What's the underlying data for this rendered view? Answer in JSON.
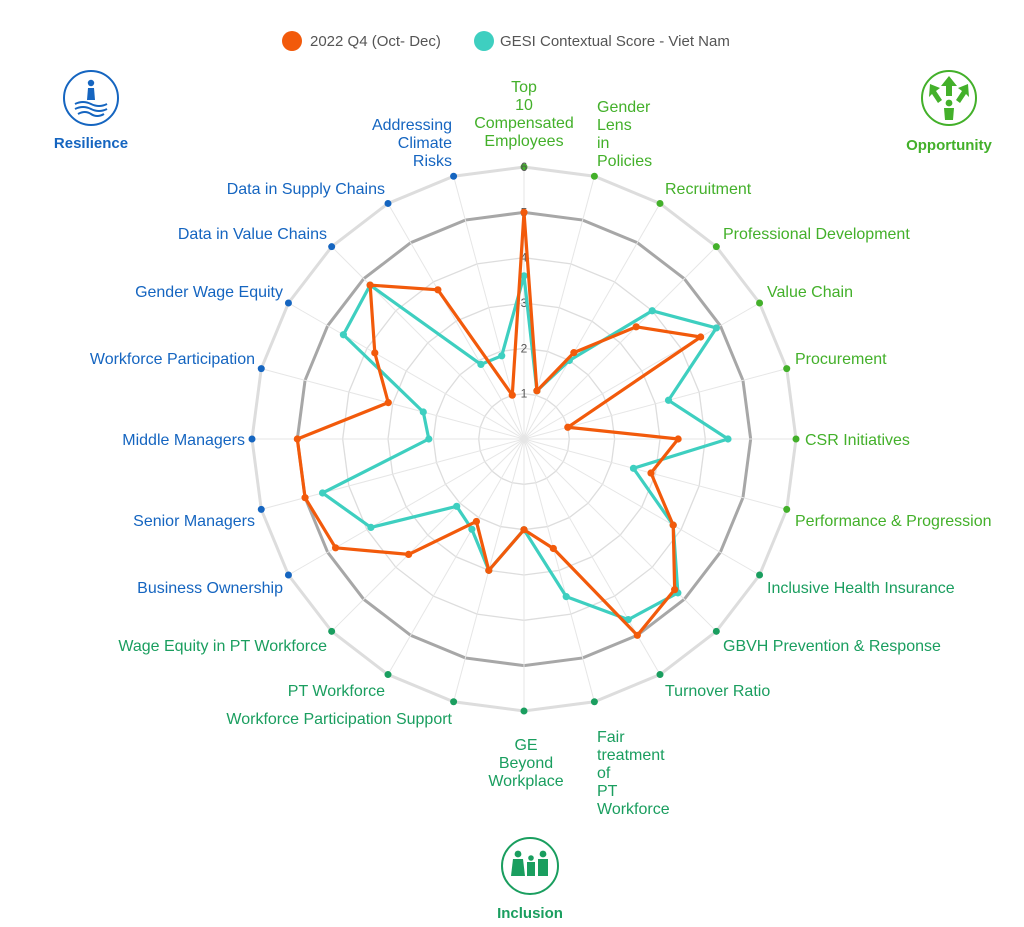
{
  "colors": {
    "resilience": "#1565c0",
    "opportunity": "#43b02a",
    "inclusion": "#1a9e5f",
    "series_primary": "#f25a0b",
    "series_secondary": "#3ecfc0",
    "grid_light": "#dddddd",
    "grid_bold": "#a7a7a7"
  },
  "legend": {
    "items": [
      {
        "label": "2022 Q4 (Oct- Dec)",
        "color": "#f25a0b"
      },
      {
        "label": "GESI Contextual Score - Viet Nam",
        "color": "#3ecfc0"
      }
    ]
  },
  "pillars": [
    {
      "label": "Resilience",
      "icon": "person-water-icon",
      "color": "#1565c0"
    },
    {
      "label": "Opportunity",
      "icon": "arrows-up-person-icon",
      "color": "#43b02a"
    },
    {
      "label": "Inclusion",
      "icon": "group-people-icon",
      "color": "#1a9e5f"
    }
  ],
  "chart_data": {
    "type": "radar",
    "title": "",
    "rlim": [
      0,
      6
    ],
    "ticks": [
      1,
      2,
      3,
      4,
      5,
      6
    ],
    "grid": true,
    "legend_position": "top",
    "axes": [
      {
        "label": "Top 10 Compensated Employees",
        "pillar": "opportunity"
      },
      {
        "label": "Gender Lens in Policies",
        "pillar": "opportunity"
      },
      {
        "label": "Recruitment",
        "pillar": "opportunity"
      },
      {
        "label": "Professional Development",
        "pillar": "opportunity"
      },
      {
        "label": "Value Chain",
        "pillar": "opportunity"
      },
      {
        "label": "Procurement",
        "pillar": "opportunity"
      },
      {
        "label": "CSR Initiatives",
        "pillar": "opportunity"
      },
      {
        "label": "Performance & Progression",
        "pillar": "opportunity"
      },
      {
        "label": "Inclusive Health Insurance",
        "pillar": "inclusion"
      },
      {
        "label": "GBVH Prevention & Response",
        "pillar": "inclusion"
      },
      {
        "label": "Turnover Ratio",
        "pillar": "inclusion"
      },
      {
        "label": "Fair treatment of PT Workforce",
        "pillar": "inclusion"
      },
      {
        "label": "GE Beyond Workplace",
        "pillar": "inclusion"
      },
      {
        "label": "Workforce Participation Support",
        "pillar": "inclusion"
      },
      {
        "label": "PT Workforce",
        "pillar": "inclusion"
      },
      {
        "label": "Wage Equity in PT Workforce",
        "pillar": "inclusion"
      },
      {
        "label": "Business Ownership",
        "pillar": "resilience"
      },
      {
        "label": "Senior Managers",
        "pillar": "resilience"
      },
      {
        "label": "Middle Managers",
        "pillar": "resilience"
      },
      {
        "label": "Workforce Participation",
        "pillar": "resilience"
      },
      {
        "label": "Gender Wage Equity",
        "pillar": "resilience"
      },
      {
        "label": "Data in Value Chains",
        "pillar": "resilience"
      },
      {
        "label": "Data in Supply Chains",
        "pillar": "resilience"
      },
      {
        "label": "Addressing Climate Risks",
        "pillar": "resilience"
      }
    ],
    "series": [
      {
        "name": "2022 Q4 (Oct- Dec)",
        "color": "#f25a0b",
        "values": [
          5.0,
          1.1,
          2.2,
          3.5,
          4.5,
          1.0,
          3.4,
          2.9,
          3.8,
          4.7,
          5.0,
          2.5,
          2.0,
          3.0,
          2.1,
          3.6,
          4.8,
          5.0,
          5.0,
          3.1,
          3.8,
          4.8,
          3.8,
          1.0
        ],
        "zorder": 2
      },
      {
        "name": "GESI Contextual Score - Viet Nam",
        "color": "#3ecfc0",
        "values": [
          3.6,
          1.1,
          2.0,
          4.0,
          4.9,
          3.3,
          4.5,
          2.5,
          3.8,
          4.8,
          4.6,
          3.6,
          2.0,
          3.0,
          2.3,
          2.1,
          3.9,
          4.6,
          2.1,
          2.3,
          4.6,
          4.8,
          1.9,
          1.9
        ],
        "zorder": 1
      }
    ]
  }
}
